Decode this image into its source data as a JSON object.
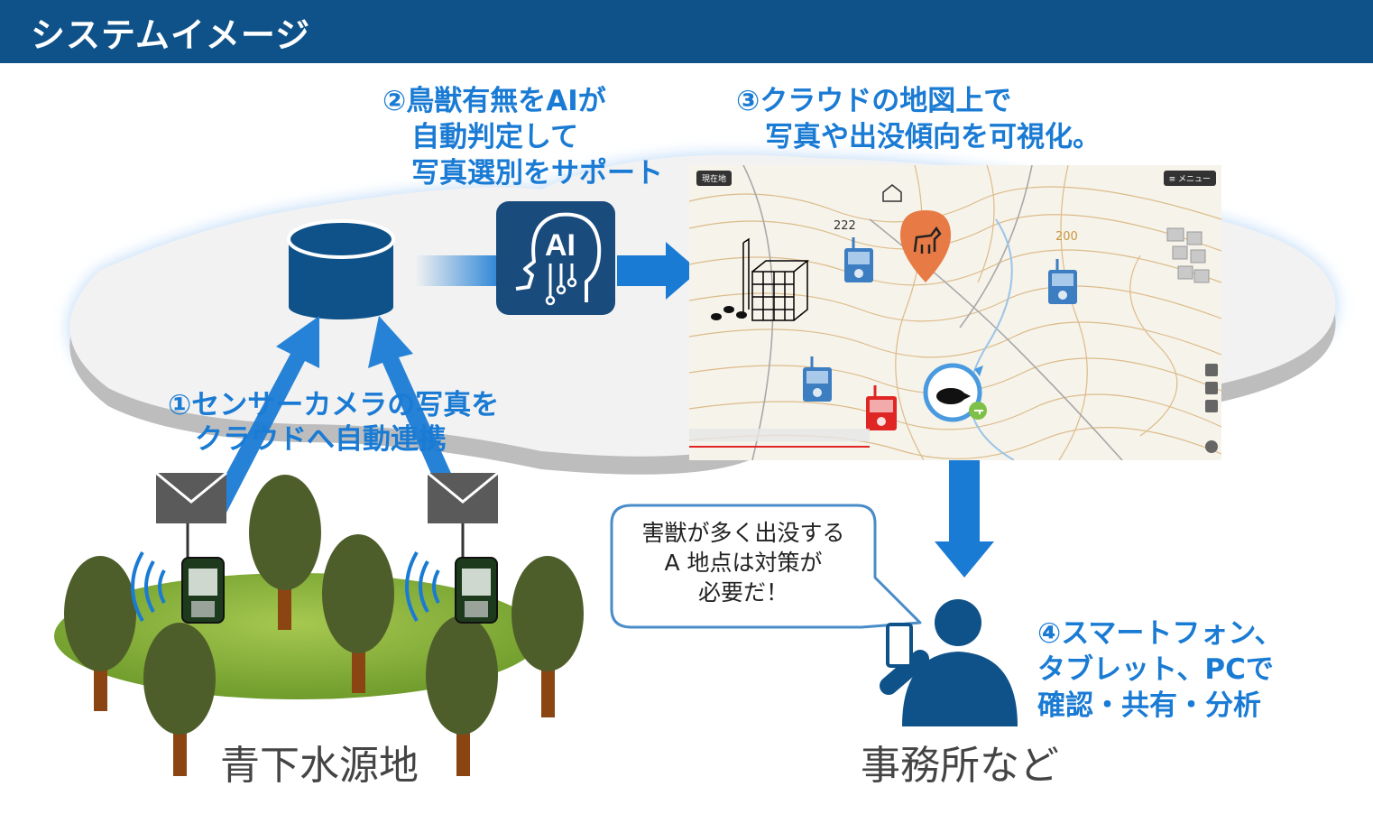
{
  "header": {
    "title": "システムイメージ"
  },
  "steps": {
    "step1": {
      "lines": [
        "①センサーカメラの写真を",
        "クラウドへ自動連携"
      ]
    },
    "step2": {
      "lines": [
        "②鳥獣有無をAIが",
        "自動判定して",
        "写真選別をサポート"
      ]
    },
    "step3": {
      "lines": [
        "③クラウドの地図上で",
        "写真や出没傾向を可視化。"
      ]
    },
    "step4": {
      "lines": [
        "④スマートフォン、",
        "タブレット、PCで",
        "確認・共有・分析"
      ]
    }
  },
  "bubble": {
    "lines": [
      "害獣が多く出没する",
      "A 地点は対策が",
      "必要だ！"
    ]
  },
  "captions": {
    "site": "青下水源地",
    "office": "事務所など"
  },
  "ai_icon": {
    "label": "AI"
  },
  "map": {
    "btn_left": "現在地",
    "btn_right": "≡ メニュー",
    "elevation_1": "222",
    "elevation_2": "200"
  },
  "colors": {
    "header": "#0f5289",
    "accent_blue": "#1a7bd4",
    "cloud_glow": "#bcd9f6",
    "tree": "#4e5e2b",
    "trunk": "#8b4513",
    "grass": "#7fae32",
    "camera_blue": "#3d7dc1",
    "camera_red": "#e02525",
    "deer_marker": "#e77a45"
  }
}
